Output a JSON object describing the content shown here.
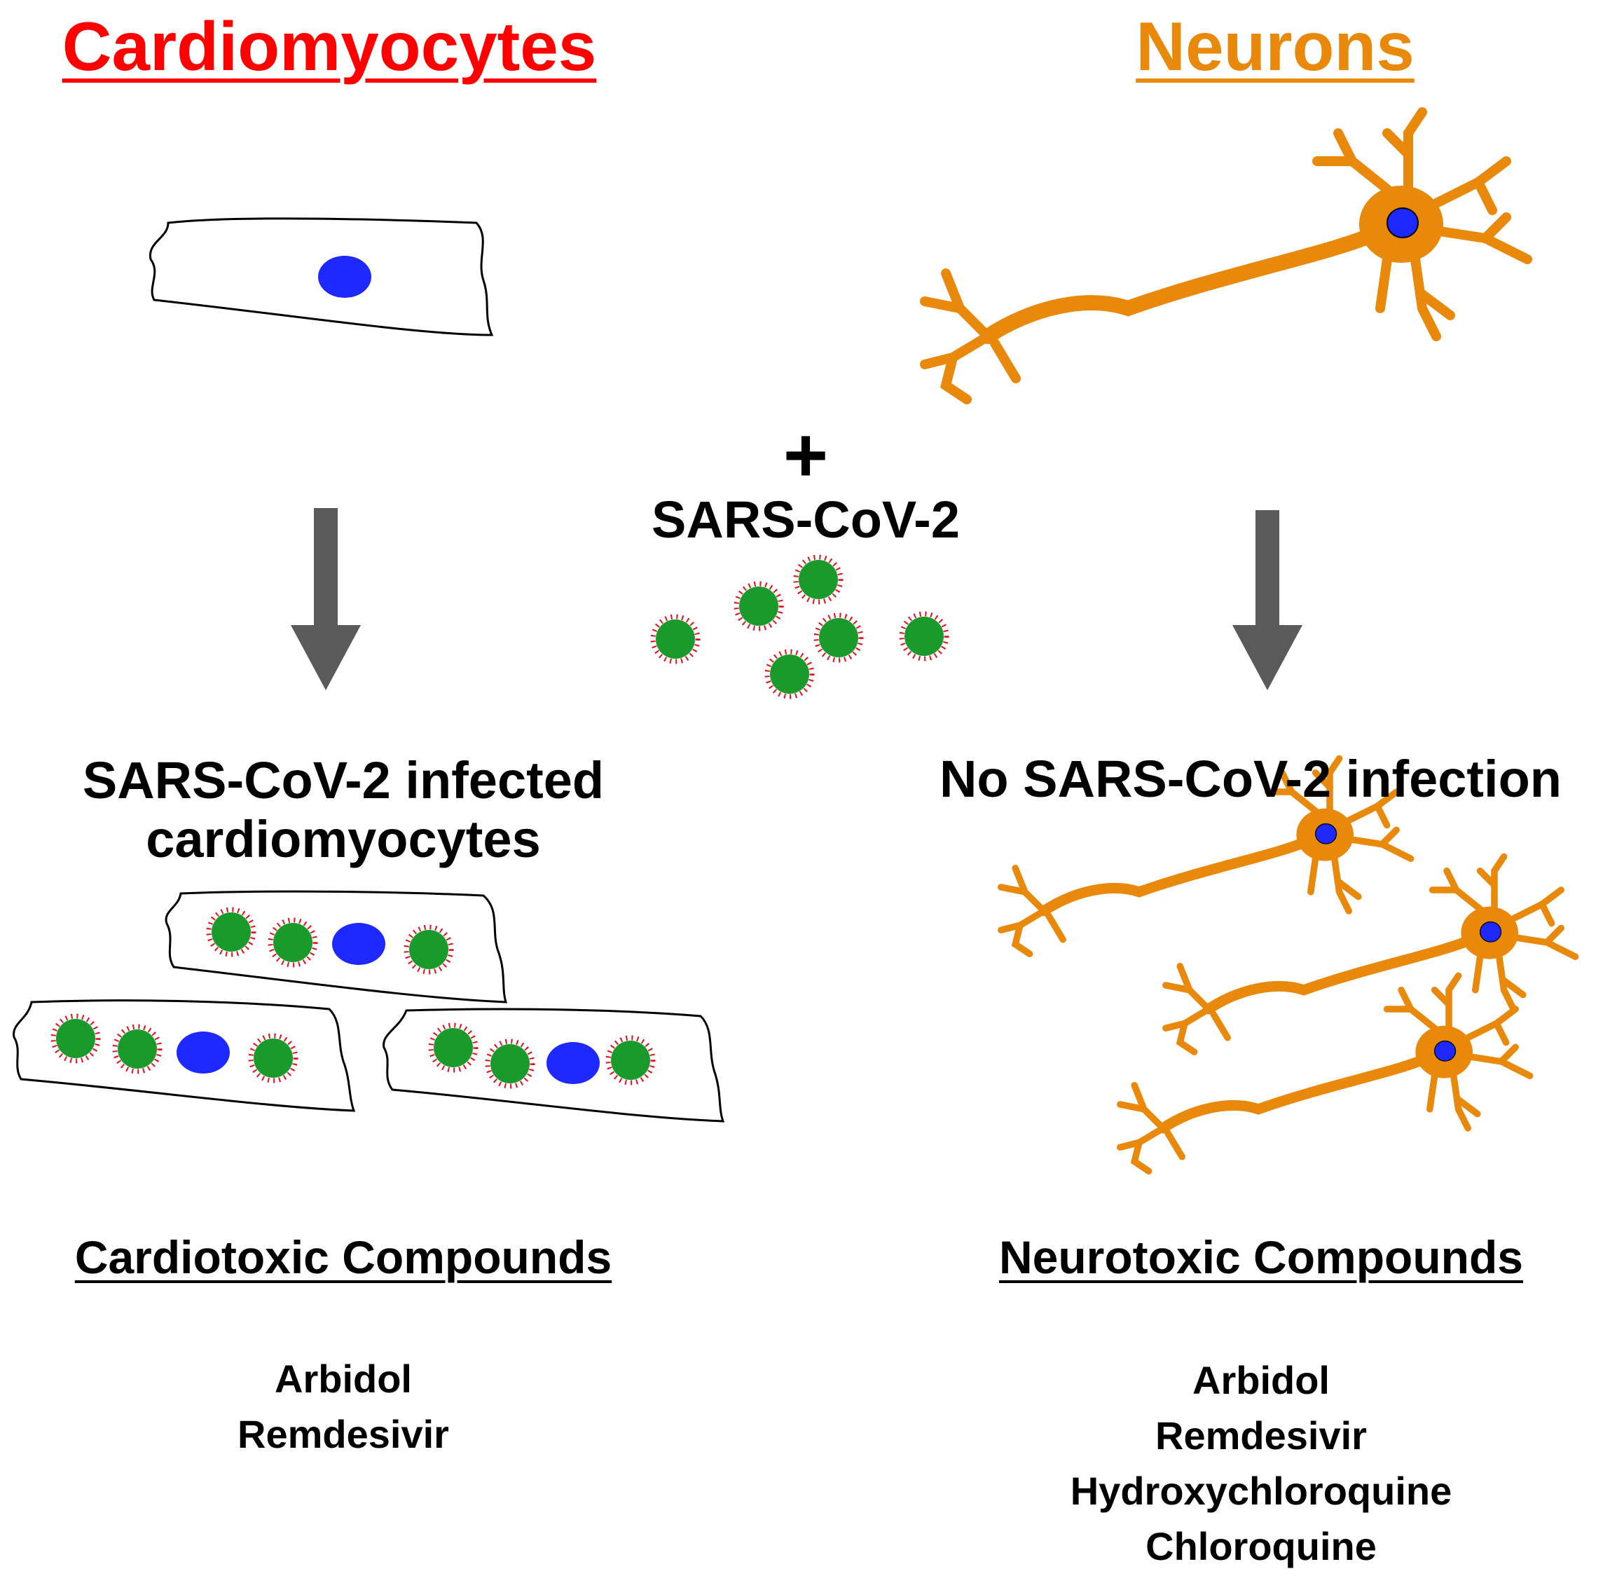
{
  "titles": {
    "left": "Cardiomyocytes",
    "right": "Neurons"
  },
  "colors": {
    "left_title": "#ff0000",
    "right_title": "#e8890c",
    "neuron": "#e8890c",
    "nucleus": "#1f28ff",
    "virus_body": "#1a9a2a",
    "virus_spikes": "#e0101a",
    "arrow": "#5a5a5a"
  },
  "center": {
    "plus": "+",
    "virus_label": "SARS-CoV-2"
  },
  "left": {
    "outcome_line1": "SARS-CoV-2 infected",
    "outcome_line2": "cardiomyocytes",
    "compounds_heading": "Cardiotoxic Compounds",
    "compounds": [
      "Arbidol",
      "Remdesivir"
    ]
  },
  "right": {
    "outcome": "No SARS-CoV-2 infection",
    "compounds_heading": "Neurotoxic Compounds",
    "compounds": [
      "Arbidol",
      "Remdesivir",
      "Hydroxychloroquine",
      "Chloroquine"
    ]
  }
}
